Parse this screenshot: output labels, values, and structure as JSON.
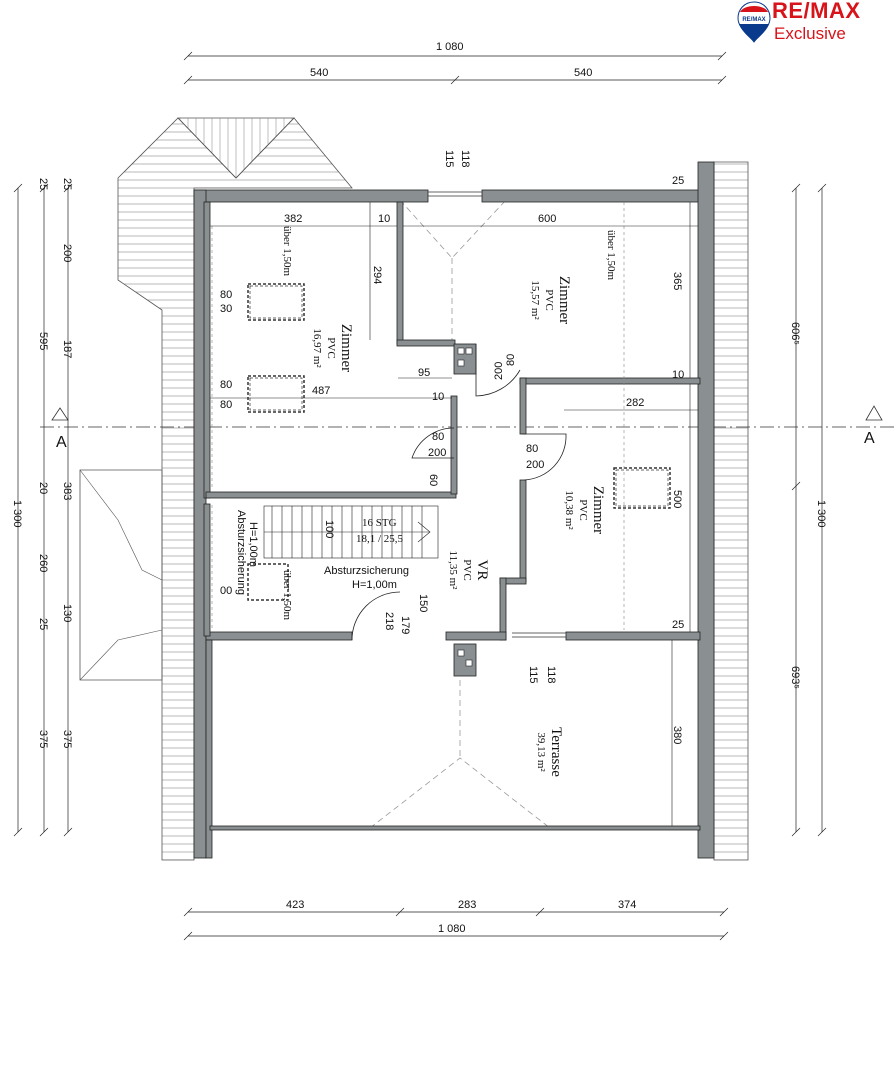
{
  "logo": {
    "brand": "RE/MAX",
    "sub": "Exclusive",
    "balloon_text": "RE/MAX",
    "colors": {
      "red": "#d7141a",
      "blue": "#0a3a8c"
    }
  },
  "dims": {
    "top_total": "1 080",
    "top_left": "540",
    "top_right": "540",
    "bottom_total": "1 080",
    "bottom_a": "423",
    "bottom_b": "283",
    "bottom_c": "374",
    "window_top_a": "118",
    "window_top_b": "115",
    "window_mid_a": "118",
    "window_mid_b": "115",
    "left_total": "1 300",
    "left_a": "25",
    "left_b": "595",
    "left_c": "25",
    "left_d": "200",
    "left_e": "187",
    "left_f": "20",
    "left_g": "383",
    "left_h": "260",
    "left_i": "130",
    "left_j": "25",
    "left_k": "375",
    "left_l": "375",
    "right_total": "1 300",
    "right_a": "606⁵",
    "right_b": "693⁵",
    "r1_w": "382",
    "r1_h": "294",
    "r1_wall": "10",
    "r1_w2": "487",
    "r1_95": "95",
    "r1_10b": "10",
    "r2_w": "600",
    "r2_h": "365",
    "r2_10": "10",
    "r3_w": "282",
    "r3_h": "500",
    "r3_25": "25",
    "r2_25": "25",
    "terr_h": "380",
    "door_80a": "80",
    "door_200a": "200",
    "door_80b": "80",
    "door_200b": "200",
    "door_80c": "80",
    "door_200c": "200",
    "d60": "60",
    "d100": "100",
    "d150": "150",
    "d179": "179",
    "d218": "218",
    "win_r1a": "80",
    "win_r1b": "80",
    "win_r1c": "80",
    "win_r1d": "30",
    "win_r1e": "00"
  },
  "rooms": {
    "r1": {
      "name": "Zimmer",
      "floor": "PVC",
      "area": "16,97 m²",
      "note": "über 1,50m"
    },
    "r2": {
      "name": "Zimmer",
      "floor": "PVC",
      "area": "15,57 m²",
      "note": "über 1,50m"
    },
    "r3": {
      "name": "Zimmer",
      "floor": "PVC",
      "area": "10,38 m²"
    },
    "vr": {
      "name": "VR",
      "floor": "PVC",
      "area": "11,35 m²"
    },
    "terr": {
      "name": "Terrasse",
      "area": "39,13 m²"
    },
    "stairs": {
      "count": "16 STG",
      "ratio": "18,1 / 25,5"
    },
    "abs1": {
      "text": "Absturzsicherung",
      "height": "H=1,00m"
    },
    "abs2": {
      "text": "Absturzsicherung",
      "height": "H=1,00m"
    },
    "note_bottom": "über 1,50m"
  },
  "section": {
    "left": "A",
    "right": "A"
  }
}
